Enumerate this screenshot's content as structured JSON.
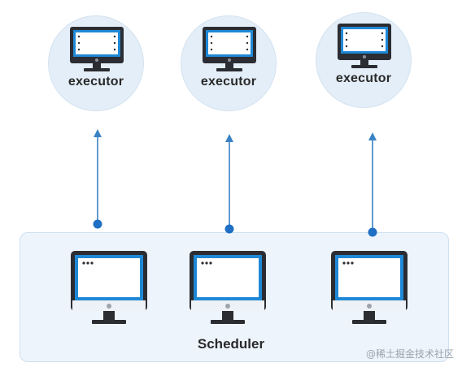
{
  "executors": [
    {
      "label": "executor"
    },
    {
      "label": "executor"
    },
    {
      "label": "executor"
    }
  ],
  "scheduler": {
    "label": "Scheduler"
  },
  "watermark": {
    "text": "@稀土掘金技术社区"
  },
  "icons": {
    "executor": "monitor-icon",
    "scheduler": "monitor-icon"
  },
  "colors": {
    "accent": "#1f88d6",
    "arrow": "#3b82c4",
    "circle_fill": "#e4eef8",
    "panel_fill": "#edf4fb",
    "monitor_dark": "#2b2d33"
  }
}
